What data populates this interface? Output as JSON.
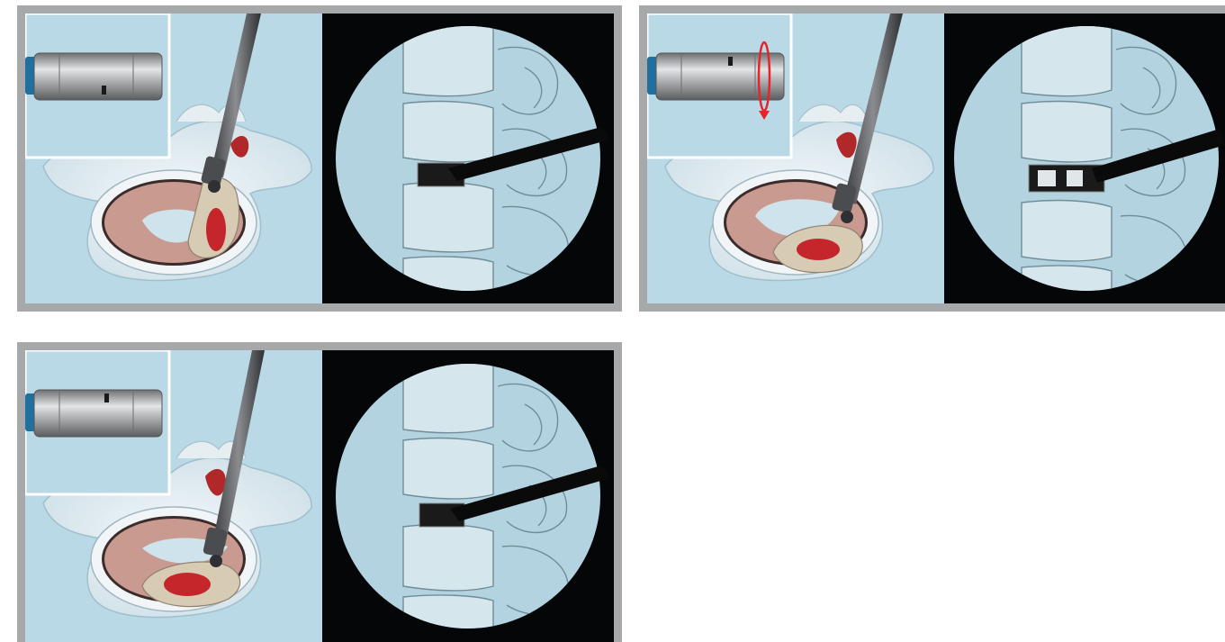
{
  "figure": {
    "panels": [
      {
        "id": "step-1",
        "instrument_angle_label": "",
        "tip": "straight"
      },
      {
        "id": "step-2",
        "instrument_angle_label": "",
        "tip": "rotate"
      },
      {
        "id": "step-3",
        "instrument_angle_label": "",
        "tip": "hook"
      }
    ]
  },
  "colors": {
    "frame": "#a7a8aa",
    "background_light_blue": "#b9d9e6",
    "fluoro_black": "#050608",
    "bone": "#e4eef2",
    "disc_tissue": "#c99a8f",
    "implant": "#d8cbb4",
    "graft_red": "#c4262b",
    "rotation_arrow": "#e8242a"
  }
}
